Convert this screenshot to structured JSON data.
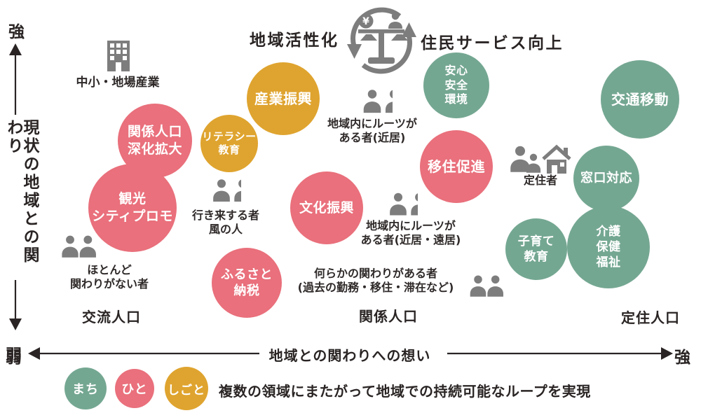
{
  "palette": {
    "machi_green": "#74A792",
    "hito_pink": "#E9707C",
    "shigoto_orange": "#DFA42F",
    "icon_gray": "#7D7D7D",
    "text_dark": "#2A2424"
  },
  "axis_y": {
    "top_label": "強",
    "bottom_label": "弱",
    "title": "現状の地域との関わり"
  },
  "axis_x": {
    "left_label": "弱",
    "right_label": "強",
    "title": "地域との関わりへの想い"
  },
  "loop_header": {
    "left": "地域活性化",
    "right": "住民サービス向上"
  },
  "industry": {
    "label": "中小・地場産業"
  },
  "bubbles": [
    {
      "id": "kankei-jinko-shinka-kakudai",
      "label": "関係人口\n深化拡大",
      "category": "ひと"
    },
    {
      "id": "kanko-city-promo",
      "label": "観光\nシティプロモ",
      "category": "ひと"
    },
    {
      "id": "literacy-kyoiku",
      "label": "リテラシー\n教育",
      "category": "しごと"
    },
    {
      "id": "sangyo-shinko",
      "label": "産業振興",
      "category": "しごと"
    },
    {
      "id": "bunka-shinko",
      "label": "文化振興",
      "category": "ひと"
    },
    {
      "id": "furusato-nozei",
      "label": "ふるさと\n納税",
      "category": "ひと"
    },
    {
      "id": "iju-sokushin",
      "label": "移住促進",
      "category": "ひと"
    },
    {
      "id": "anshin-anzen-kankyo",
      "label": "安心\n安全\n環境",
      "category": "まち"
    },
    {
      "id": "kotsu-ido",
      "label": "交通移動",
      "category": "まち"
    },
    {
      "id": "madoguchi-taio",
      "label": "窓口対応",
      "category": "まち"
    },
    {
      "id": "kaigo-hoken-fukushi",
      "label": "介護\n保健\n福祉",
      "category": "まち"
    },
    {
      "id": "kosodate-kyoiku",
      "label": "子育て\n教育",
      "category": "まち"
    }
  ],
  "actors": [
    {
      "id": "no-relation",
      "label": "ほとんど\n関わりがない者"
    },
    {
      "id": "comings-goings",
      "label": "行き来する者\n風の人"
    },
    {
      "id": "roots-nearby",
      "label": "地域内にルーツが\nある者(近居)"
    },
    {
      "id": "roots-near-far",
      "label": "地域内にルーツが\nある者(近居・遠居)"
    },
    {
      "id": "some-relation",
      "label": "何らかの関わりがある者\n(過去の勤務・移住・滞在など)"
    },
    {
      "id": "settled-resident",
      "label": "定住者"
    }
  ],
  "populations": [
    {
      "label": "交流人口"
    },
    {
      "label": "関係人口"
    },
    {
      "label": "定住人口"
    }
  ],
  "legend": {
    "items": [
      {
        "label": "まち"
      },
      {
        "label": "ひと"
      },
      {
        "label": "しごと"
      }
    ],
    "caption": "複数の領域にまたがって地域での持続可能なループを実現"
  }
}
